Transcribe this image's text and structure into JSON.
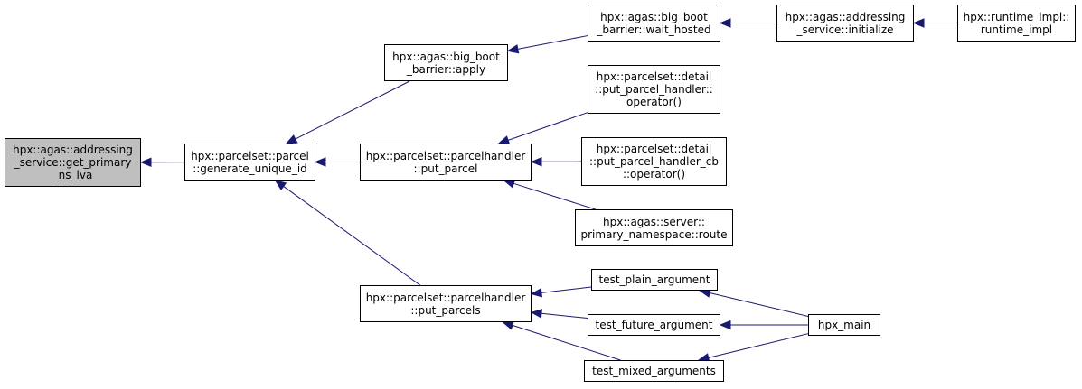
{
  "colors": {
    "edge": "#191970",
    "border": "#000000",
    "root_fill": "#bfbfbf",
    "node_fill": "#ffffff"
  },
  "nodes": {
    "get_primary_ns_lva": {
      "lines": [
        "hpx::agas::addressing",
        "_service::get_primary",
        "_ns_lva"
      ]
    },
    "generate_unique_id": {
      "lines": [
        "hpx::parcelset::parcel",
        "::generate_unique_id"
      ]
    },
    "big_boot_apply": {
      "lines": [
        "hpx::agas::big_boot",
        "_barrier::apply"
      ]
    },
    "put_parcel": {
      "lines": [
        "hpx::parcelset::parcelhandler",
        "::put_parcel"
      ]
    },
    "put_parcels": {
      "lines": [
        "hpx::parcelset::parcelhandler",
        "::put_parcels"
      ]
    },
    "wait_hosted": {
      "lines": [
        "hpx::agas::big_boot",
        "_barrier::wait_hosted"
      ]
    },
    "addressing_initialize": {
      "lines": [
        "hpx::agas::addressing",
        "_service::initialize"
      ]
    },
    "runtime_impl": {
      "lines": [
        "hpx::runtime_impl::",
        "runtime_impl"
      ]
    },
    "put_parcel_handler_op": {
      "lines": [
        "hpx::parcelset::detail",
        "::put_parcel_handler::",
        "operator()"
      ]
    },
    "put_parcel_handler_cb_op": {
      "lines": [
        "hpx::parcelset::detail",
        "::put_parcel_handler_cb",
        "::operator()"
      ]
    },
    "primary_namespace_route": {
      "lines": [
        "hpx::agas::server::",
        "primary_namespace::route"
      ]
    },
    "test_plain_argument": {
      "lines": [
        "test_plain_argument"
      ]
    },
    "test_future_argument": {
      "lines": [
        "test_future_argument"
      ]
    },
    "test_mixed_arguments": {
      "lines": [
        "test_mixed_arguments"
      ]
    },
    "hpx_main": {
      "lines": [
        "hpx_main"
      ]
    }
  },
  "edges": [
    [
      "generate_unique_id",
      "get_primary_ns_lva"
    ],
    [
      "big_boot_apply",
      "generate_unique_id"
    ],
    [
      "put_parcel",
      "generate_unique_id"
    ],
    [
      "put_parcels",
      "generate_unique_id"
    ],
    [
      "wait_hosted",
      "big_boot_apply"
    ],
    [
      "addressing_initialize",
      "wait_hosted"
    ],
    [
      "runtime_impl",
      "addressing_initialize"
    ],
    [
      "put_parcel_handler_op",
      "put_parcel"
    ],
    [
      "put_parcel_handler_cb_op",
      "put_parcel"
    ],
    [
      "primary_namespace_route",
      "put_parcel"
    ],
    [
      "test_plain_argument",
      "put_parcels"
    ],
    [
      "test_future_argument",
      "put_parcels"
    ],
    [
      "test_mixed_arguments",
      "put_parcels"
    ],
    [
      "hpx_main",
      "test_plain_argument"
    ],
    [
      "hpx_main",
      "test_future_argument"
    ],
    [
      "hpx_main",
      "test_mixed_arguments"
    ]
  ]
}
